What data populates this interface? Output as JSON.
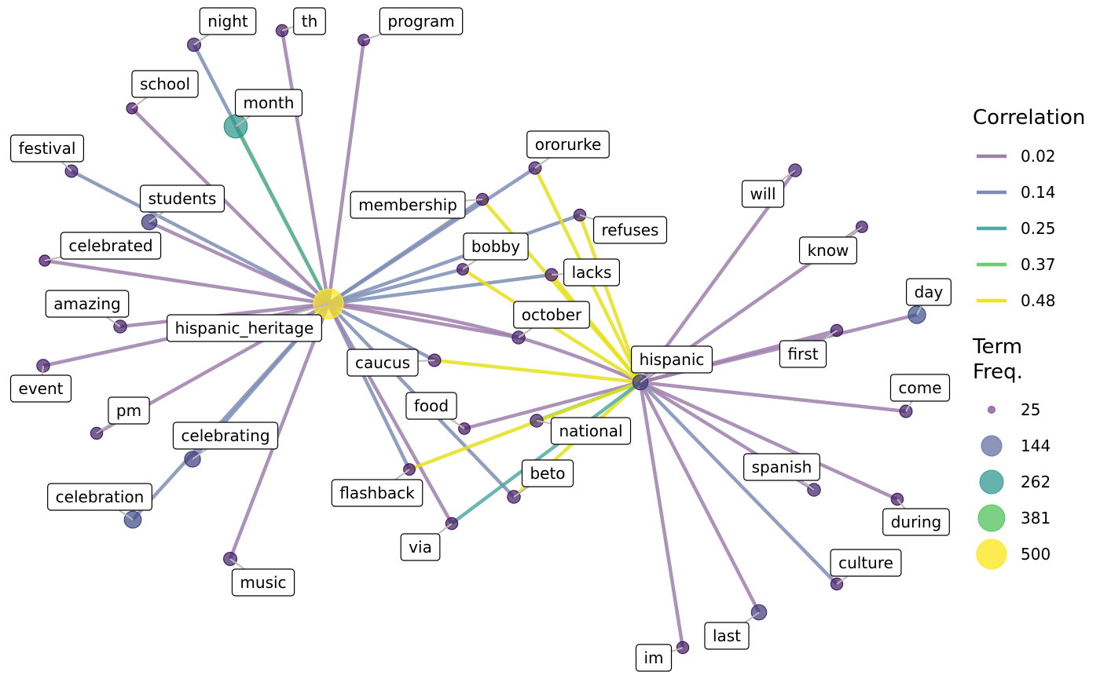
{
  "legend": {
    "correlation_title": "Correlation",
    "correlation_levels": [
      {
        "value": "0.02",
        "color": "#9d7fac"
      },
      {
        "value": "0.14",
        "color": "#7f8db5"
      },
      {
        "value": "0.25",
        "color": "#4fa9a4"
      },
      {
        "value": "0.37",
        "color": "#6fcb70"
      },
      {
        "value": "0.48",
        "color": "#f0e21e"
      }
    ],
    "freq_title_line1": "Term",
    "freq_title_line2": "Freq.",
    "freq_levels": [
      {
        "value": "25",
        "color": "#8a5a98"
      },
      {
        "value": "144",
        "color": "#6c7aa8"
      },
      {
        "value": "262",
        "color": "#3f9f9a"
      },
      {
        "value": "381",
        "color": "#5dc565"
      },
      {
        "value": "500",
        "color": "#fde725"
      }
    ]
  },
  "nodes": [
    {
      "label": "hispanic_heritage",
      "freq": 500
    },
    {
      "label": "hispanic",
      "freq": 80
    },
    {
      "label": "night",
      "freq": 50
    },
    {
      "label": "th",
      "freq": 35
    },
    {
      "label": "program",
      "freq": 30
    },
    {
      "label": "school",
      "freq": 25
    },
    {
      "label": "month",
      "freq": 262
    },
    {
      "label": "festival",
      "freq": 40
    },
    {
      "label": "students",
      "freq": 80
    },
    {
      "label": "celebrated",
      "freq": 25
    },
    {
      "label": "amazing",
      "freq": 45
    },
    {
      "label": "event",
      "freq": 45
    },
    {
      "label": "pm",
      "freq": 35
    },
    {
      "label": "celebrating",
      "freq": 90
    },
    {
      "label": "celebration",
      "freq": 110
    },
    {
      "label": "music",
      "freq": 50
    },
    {
      "label": "membership",
      "freq": 35
    },
    {
      "label": "ororurke",
      "freq": 40
    },
    {
      "label": "refuses",
      "freq": 35
    },
    {
      "label": "bobby",
      "freq": 30
    },
    {
      "label": "lacks",
      "freq": 40
    },
    {
      "label": "october",
      "freq": 45
    },
    {
      "label": "caucus",
      "freq": 40
    },
    {
      "label": "food",
      "freq": 30
    },
    {
      "label": "national",
      "freq": 45
    },
    {
      "label": "flashback",
      "freq": 30
    },
    {
      "label": "beto",
      "freq": 45
    },
    {
      "label": "via",
      "freq": 35
    },
    {
      "label": "will",
      "freq": 45
    },
    {
      "label": "know",
      "freq": 30
    },
    {
      "label": "day",
      "freq": 120
    },
    {
      "label": "first",
      "freq": 35
    },
    {
      "label": "come",
      "freq": 40
    },
    {
      "label": "spanish",
      "freq": 45
    },
    {
      "label": "during",
      "freq": 35
    },
    {
      "label": "culture",
      "freq": 35
    },
    {
      "label": "last",
      "freq": 80
    },
    {
      "label": "im",
      "freq": 35
    }
  ],
  "edges": [
    {
      "from": "hispanic_heritage",
      "to": "hispanic",
      "correlation": 0.02
    },
    {
      "from": "hispanic_heritage",
      "to": "night",
      "correlation": 0.14
    },
    {
      "from": "hispanic_heritage",
      "to": "th",
      "correlation": 0.02
    },
    {
      "from": "hispanic_heritage",
      "to": "program",
      "correlation": 0.02
    },
    {
      "from": "hispanic_heritage",
      "to": "school",
      "correlation": 0.02
    },
    {
      "from": "hispanic_heritage",
      "to": "month",
      "correlation": 0.3
    },
    {
      "from": "hispanic_heritage",
      "to": "festival",
      "correlation": 0.14
    },
    {
      "from": "hispanic_heritage",
      "to": "students",
      "correlation": 0.02
    },
    {
      "from": "hispanic_heritage",
      "to": "celebrated",
      "correlation": 0.02
    },
    {
      "from": "hispanic_heritage",
      "to": "amazing",
      "correlation": 0.02
    },
    {
      "from": "hispanic_heritage",
      "to": "event",
      "correlation": 0.02
    },
    {
      "from": "hispanic_heritage",
      "to": "pm",
      "correlation": 0.02
    },
    {
      "from": "hispanic_heritage",
      "to": "celebrating",
      "correlation": 0.14
    },
    {
      "from": "hispanic_heritage",
      "to": "celebration",
      "correlation": 0.14
    },
    {
      "from": "hispanic_heritage",
      "to": "music",
      "correlation": 0.02
    },
    {
      "from": "hispanic_heritage",
      "to": "membership",
      "correlation": 0.14
    },
    {
      "from": "hispanic_heritage",
      "to": "ororurke",
      "correlation": 0.14
    },
    {
      "from": "hispanic_heritage",
      "to": "refuses",
      "correlation": 0.14
    },
    {
      "from": "hispanic_heritage",
      "to": "bobby",
      "correlation": 0.14
    },
    {
      "from": "hispanic_heritage",
      "to": "lacks",
      "correlation": 0.14
    },
    {
      "from": "hispanic_heritage",
      "to": "october",
      "correlation": 0.02
    },
    {
      "from": "hispanic_heritage",
      "to": "caucus",
      "correlation": 0.14
    },
    {
      "from": "hispanic_heritage",
      "to": "beto",
      "correlation": 0.14
    },
    {
      "from": "hispanic_heritage",
      "to": "flashback",
      "correlation": 0.14
    },
    {
      "from": "hispanic_heritage",
      "to": "via",
      "correlation": 0.02
    },
    {
      "from": "hispanic",
      "to": "ororurke",
      "correlation": 0.48
    },
    {
      "from": "hispanic",
      "to": "refuses",
      "correlation": 0.48
    },
    {
      "from": "hispanic",
      "to": "lacks",
      "correlation": 0.48
    },
    {
      "from": "hispanic",
      "to": "membership",
      "correlation": 0.48
    },
    {
      "from": "hispanic",
      "to": "bobby",
      "correlation": 0.48
    },
    {
      "from": "hispanic",
      "to": "caucus",
      "correlation": 0.48
    },
    {
      "from": "hispanic",
      "to": "food",
      "correlation": 0.02
    },
    {
      "from": "hispanic",
      "to": "national",
      "correlation": 0.3
    },
    {
      "from": "hispanic",
      "to": "flashback",
      "correlation": 0.48
    },
    {
      "from": "hispanic",
      "to": "beto",
      "correlation": 0.48
    },
    {
      "from": "hispanic",
      "to": "via",
      "correlation": 0.25
    },
    {
      "from": "hispanic",
      "to": "will",
      "correlation": 0.02
    },
    {
      "from": "hispanic",
      "to": "know",
      "correlation": 0.02
    },
    {
      "from": "hispanic",
      "to": "day",
      "correlation": 0.02
    },
    {
      "from": "hispanic",
      "to": "first",
      "correlation": 0.02
    },
    {
      "from": "hispanic",
      "to": "come",
      "correlation": 0.02
    },
    {
      "from": "hispanic",
      "to": "spanish",
      "correlation": 0.02
    },
    {
      "from": "hispanic",
      "to": "during",
      "correlation": 0.02
    },
    {
      "from": "hispanic",
      "to": "culture",
      "correlation": 0.14
    },
    {
      "from": "hispanic",
      "to": "last",
      "correlation": 0.02
    },
    {
      "from": "hispanic",
      "to": "im",
      "correlation": 0.02
    }
  ]
}
